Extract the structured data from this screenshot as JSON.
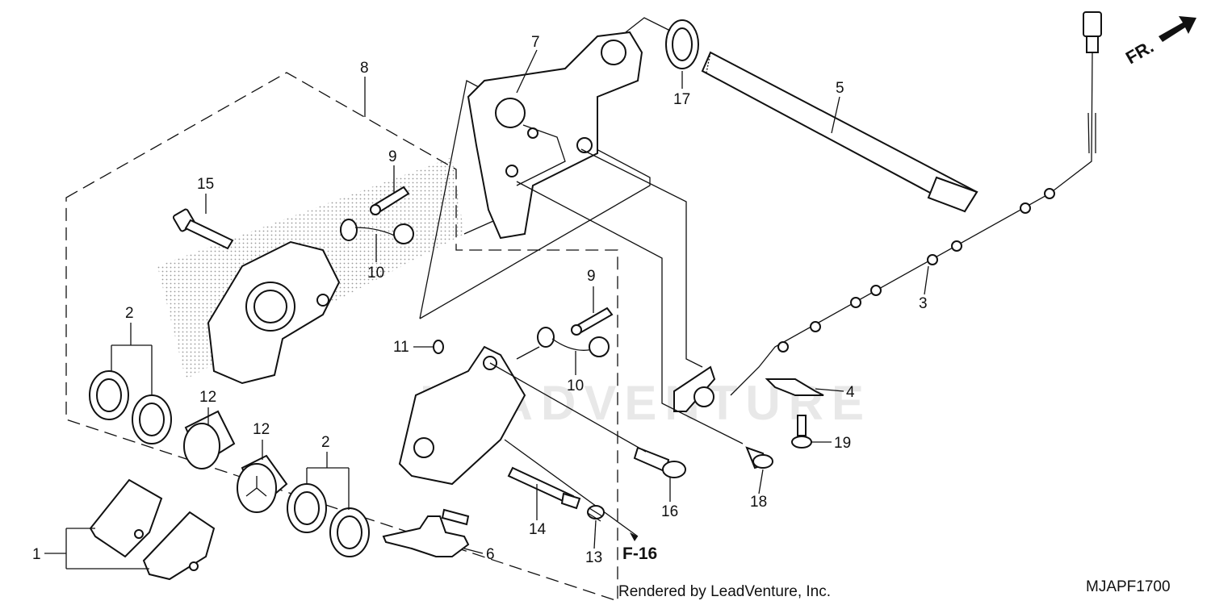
{
  "diagram": {
    "callouts": {
      "p1": "1",
      "p2a": "2",
      "p2b": "2",
      "p3": "3",
      "p4": "4",
      "p5": "5",
      "p6": "6",
      "p7": "7",
      "p8": "8",
      "p9a": "9",
      "p9b": "9",
      "p10a": "10",
      "p10b": "10",
      "p11": "11",
      "p12a": "12",
      "p12b": "12",
      "p13": "13",
      "p14": "14",
      "p15": "15",
      "p16": "16",
      "p17": "17",
      "p18": "18",
      "p19": "19"
    },
    "reference": "F-16",
    "direction_label": "FR.",
    "footer_text": "Rendered by LeadVenture, Inc.",
    "diagram_code": "MJAPF1700",
    "watermark": "LEADVENTURE"
  }
}
